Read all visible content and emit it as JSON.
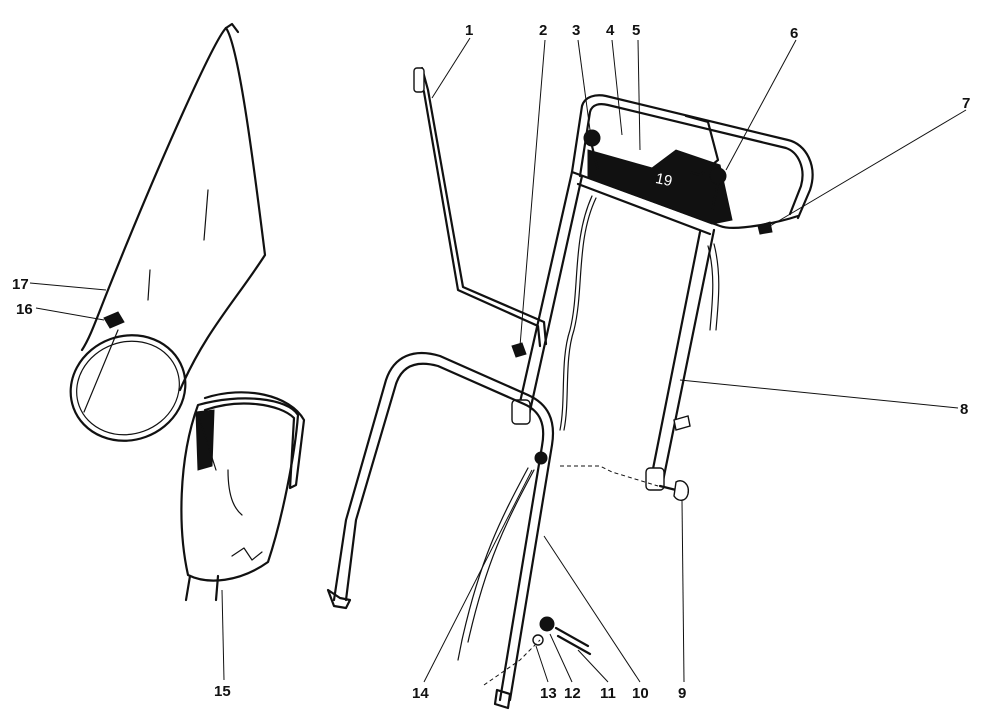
{
  "callouts": [
    {
      "id": "1",
      "label": "1"
    },
    {
      "id": "2",
      "label": "2"
    },
    {
      "id": "3",
      "label": "3"
    },
    {
      "id": "4",
      "label": "4"
    },
    {
      "id": "5",
      "label": "5"
    },
    {
      "id": "6",
      "label": "6"
    },
    {
      "id": "7",
      "label": "7"
    },
    {
      "id": "8",
      "label": "8"
    },
    {
      "id": "9",
      "label": "9"
    },
    {
      "id": "10",
      "label": "10"
    },
    {
      "id": "11",
      "label": "11"
    },
    {
      "id": "12",
      "label": "12"
    },
    {
      "id": "13",
      "label": "13"
    },
    {
      "id": "14",
      "label": "14"
    },
    {
      "id": "15",
      "label": "15"
    },
    {
      "id": "16",
      "label": "16"
    },
    {
      "id": "17",
      "label": "17"
    }
  ],
  "plate_number": "19"
}
